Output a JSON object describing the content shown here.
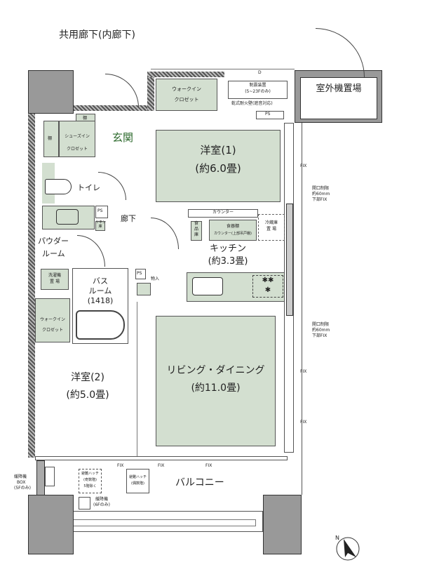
{
  "corridor_label": "共用廊下(内廊下)",
  "outdoor_unit_label": "室外機置場",
  "entrance_label": "玄関",
  "colors": {
    "room_green": "#d3dfd0",
    "entrance_text": "#2e6b2e",
    "wall": "#444444",
    "column": "#999999"
  },
  "rooms": {
    "western1": {
      "name": "洋室(1)",
      "size": "(約6.0畳)"
    },
    "western2": {
      "name": "洋室(2)",
      "size": "(約5.0畳)"
    },
    "kitchen": {
      "name": "キッチン",
      "size": "(約3.3畳)"
    },
    "living": {
      "name": "リビング・ダイニング",
      "size": "(約11.0畳)"
    },
    "toilet": "トイレ",
    "hallway": "廊下",
    "powder": {
      "line1": "パウダー",
      "line2": "ルーム"
    },
    "bath": {
      "line1": "バス",
      "line2": "ルーム",
      "line3": "(1418)"
    },
    "balcony": "バルコニー"
  },
  "small_labels": {
    "wic_top": {
      "line1": "ウォークイン",
      "line2": "クロゼット"
    },
    "seismic": {
      "line1": "制震装置",
      "line2": "(5~23Fのみ)"
    },
    "fire_door": "乾式耐火壁(遮音対応)",
    "d": "D",
    "ps_top": "PS",
    "ps_hall": "PS",
    "ps_bath": "PS",
    "shelf1": "棚",
    "shelf2": "棚",
    "shoes": {
      "line1": "シューズイン",
      "line2": "クロゼット"
    },
    "linen": {
      "line1": "リネン",
      "line2": "庫"
    },
    "counter": "カウンター",
    "pantry": {
      "line1": "食",
      "line2": "品",
      "line3": "庫"
    },
    "cupboard": {
      "line1": "食器棚",
      "line2": "カウンター(上部吊戸棚)"
    },
    "fridge": {
      "line1": "冷蔵庫",
      "line2": "置 場"
    },
    "washer": {
      "line1": "洗濯機",
      "line2": "置 場"
    },
    "wic2": {
      "line1": "ウォークイン",
      "line2": "クロゼット"
    },
    "storage": "物入",
    "fix": [
      "FIX",
      "FIX",
      "FIX",
      "FIX",
      "FIX",
      "FIX"
    ],
    "opening1": {
      "line1": "開口制限",
      "line2": "約60mm",
      "line3": "下部FIX"
    },
    "opening2": {
      "line1": "開口制限",
      "line2": "約60mm",
      "line3": "下部FIX"
    },
    "descender_box": {
      "line1": "緩降機",
      "line2": "BOX",
      "line3": "(5Fのみ)"
    },
    "hatch1": {
      "line1": "避難ハッチ",
      "line2": "(奇数階)",
      "line3": "5階除く"
    },
    "hatch2": {
      "line1": "避難ハッチ",
      "line2": "(偶数階)"
    },
    "descender": {
      "line1": "緩降機",
      "line2": "(6Fのみ)"
    }
  },
  "compass": "N"
}
